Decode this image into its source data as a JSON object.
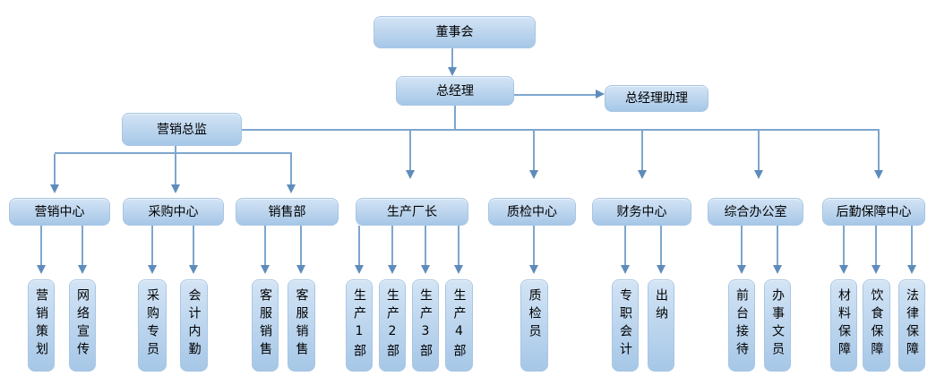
{
  "diagram": {
    "type": "org-chart",
    "language": "zh-CN"
  },
  "colors": {
    "background": "#ffffff",
    "node_fill_top": "#d3e4f5",
    "node_fill_bottom": "#a6c7e7",
    "node_border": "#a9c6e3",
    "connector": "#7ea6cd",
    "arrowhead": "#5e8cba",
    "text": "#000000"
  },
  "nodes": {
    "board": "董事会",
    "general_manager": "总经理",
    "gm_assistant": "总经理助理",
    "marketing_director": "营销总监",
    "marketing_center": "营销中心",
    "purchasing_center": "采购中心",
    "sales_dept": "销售部",
    "production_chief": "生产厂长",
    "qc_center": "质检中心",
    "finance_center": "财务中心",
    "general_office": "综合办公室",
    "logistics_center": "后勤保障中心",
    "marketing_planning": "营销策划",
    "online_promotion": "网络宣传",
    "purchasing_specialist": "采购专员",
    "accounting_clerk": "会计内勤",
    "cs_sales_1": "客服销售",
    "cs_sales_2": "客服销售",
    "production_1": "生产1部",
    "production_2": "生产2部",
    "production_3": "生产3部",
    "production_4": "生产4部",
    "qc_inspector": "质检员",
    "full_time_accountant": "专职会计",
    "cashier": "出纳",
    "receptionist": "前台接待",
    "office_clerk": "办事文员",
    "material_support": "材料保障",
    "catering_support": "饮食保障",
    "legal_support": "法律保障"
  },
  "edges": [
    {
      "from": "board",
      "to": "general_manager"
    },
    {
      "from": "general_manager",
      "to": "gm_assistant"
    },
    {
      "from": "general_manager",
      "to": "marketing_director"
    },
    {
      "from": "general_manager",
      "to": "production_chief"
    },
    {
      "from": "general_manager",
      "to": "qc_center"
    },
    {
      "from": "general_manager",
      "to": "finance_center"
    },
    {
      "from": "general_manager",
      "to": "general_office"
    },
    {
      "from": "general_manager",
      "to": "logistics_center"
    },
    {
      "from": "marketing_director",
      "to": "marketing_center"
    },
    {
      "from": "marketing_director",
      "to": "purchasing_center"
    },
    {
      "from": "marketing_director",
      "to": "sales_dept"
    },
    {
      "from": "marketing_center",
      "to": "marketing_planning"
    },
    {
      "from": "marketing_center",
      "to": "online_promotion"
    },
    {
      "from": "purchasing_center",
      "to": "purchasing_specialist"
    },
    {
      "from": "purchasing_center",
      "to": "accounting_clerk"
    },
    {
      "from": "sales_dept",
      "to": "cs_sales_1"
    },
    {
      "from": "sales_dept",
      "to": "cs_sales_2"
    },
    {
      "from": "production_chief",
      "to": "production_1"
    },
    {
      "from": "production_chief",
      "to": "production_2"
    },
    {
      "from": "production_chief",
      "to": "production_3"
    },
    {
      "from": "production_chief",
      "to": "production_4"
    },
    {
      "from": "qc_center",
      "to": "qc_inspector"
    },
    {
      "from": "finance_center",
      "to": "full_time_accountant"
    },
    {
      "from": "finance_center",
      "to": "cashier"
    },
    {
      "from": "general_office",
      "to": "receptionist"
    },
    {
      "from": "general_office",
      "to": "office_clerk"
    },
    {
      "from": "logistics_center",
      "to": "material_support"
    },
    {
      "from": "logistics_center",
      "to": "catering_support"
    },
    {
      "from": "logistics_center",
      "to": "legal_support"
    }
  ]
}
